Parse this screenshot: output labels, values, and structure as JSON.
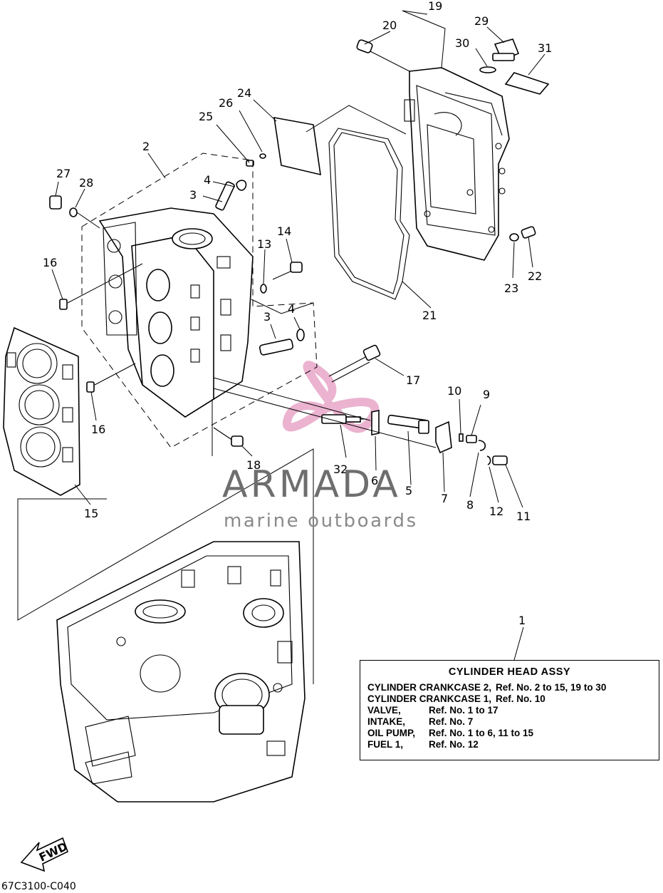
{
  "callouts": {
    "c1": "1",
    "c2": "2",
    "c3a": "3",
    "c3b": "3",
    "c4a": "4",
    "c4b": "4",
    "c5": "5",
    "c6": "6",
    "c7": "7",
    "c8": "8",
    "c9": "9",
    "c10": "10",
    "c11": "11",
    "c12": "12",
    "c13": "13",
    "c14": "14",
    "c15": "15",
    "c16a": "16",
    "c16b": "16",
    "c17": "17",
    "c18": "18",
    "c19": "19",
    "c20": "20",
    "c21": "21",
    "c22": "22",
    "c23": "23",
    "c24": "24",
    "c25": "25",
    "c26": "26",
    "c27": "27",
    "c28": "28",
    "c29": "29",
    "c30": "30",
    "c31": "31",
    "c32": "32"
  },
  "legend": {
    "title": "CYLINDER HEAD ASSY",
    "rows": [
      {
        "key": "CYLINDER CRANKCASE 2,",
        "value": "Ref. No. 2 to 15, 19 to 30"
      },
      {
        "key": "CYLINDER CRANKCASE 1,",
        "value": "Ref. No. 10"
      },
      {
        "key": "VALVE,",
        "value": "Ref. No. 1 to 17"
      },
      {
        "key": "INTAKE,",
        "value": "Ref. No. 7"
      },
      {
        "key": "OIL PUMP,",
        "value": "Ref. No. 1 to 6, 11 to 15"
      },
      {
        "key": "FUEL 1,",
        "value": "Ref. No. 12"
      }
    ]
  },
  "watermark": {
    "name": "ARMADA",
    "tagline": "marine outboards",
    "logo_color": "#e8a6c8"
  },
  "fwd_label": "FWD",
  "figure_code": "67C3100-C040"
}
